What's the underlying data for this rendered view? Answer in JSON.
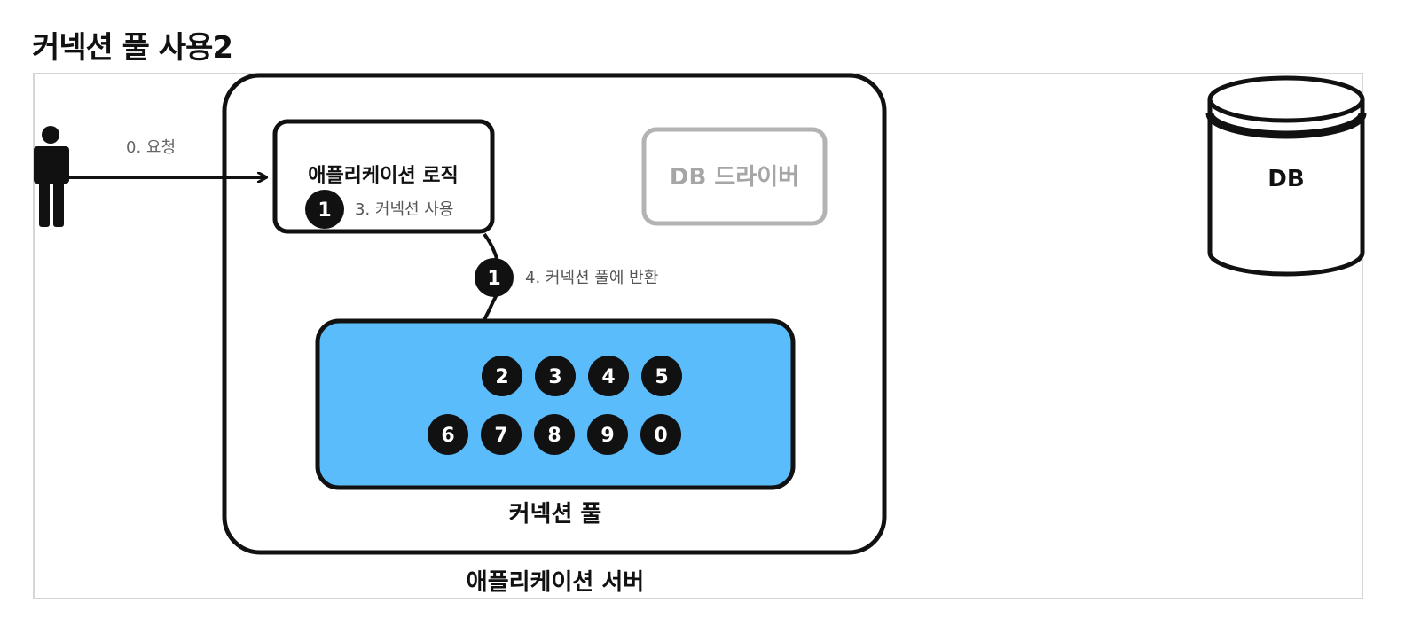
{
  "title": "커넥션 풀 사용2",
  "request_label": "0. 요청",
  "app_logic": {
    "title": "애플리케이션 로직",
    "badge": "1",
    "use_label": "3. 커넥션 사용"
  },
  "db_driver_label": "DB 드라이버",
  "return_step": {
    "badge": "1",
    "label": "4. 커넥션 풀에 반환"
  },
  "pool": {
    "label": "커넥션 풀",
    "row1": [
      "2",
      "3",
      "4",
      "5"
    ],
    "row2": [
      "6",
      "7",
      "8",
      "9",
      "0"
    ]
  },
  "server_label": "애플리케이션 서버",
  "db_label": "DB",
  "colors": {
    "pool_fill": "#5bbcfb",
    "ink": "#111111",
    "driver_gray": "#b3b3b3",
    "label_gray": "#666666"
  }
}
